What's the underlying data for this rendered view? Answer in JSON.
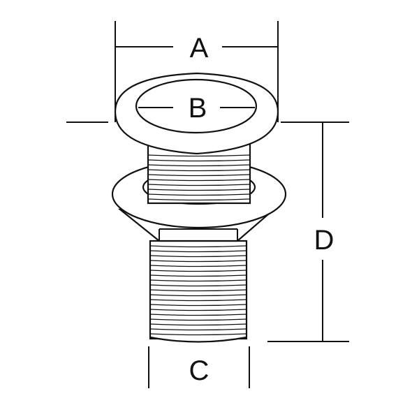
{
  "diagram": {
    "labels": {
      "a": "A",
      "b": "B",
      "c": "C",
      "d": "D"
    },
    "colors": {
      "line": "#111111",
      "background": "#ffffff"
    }
  }
}
